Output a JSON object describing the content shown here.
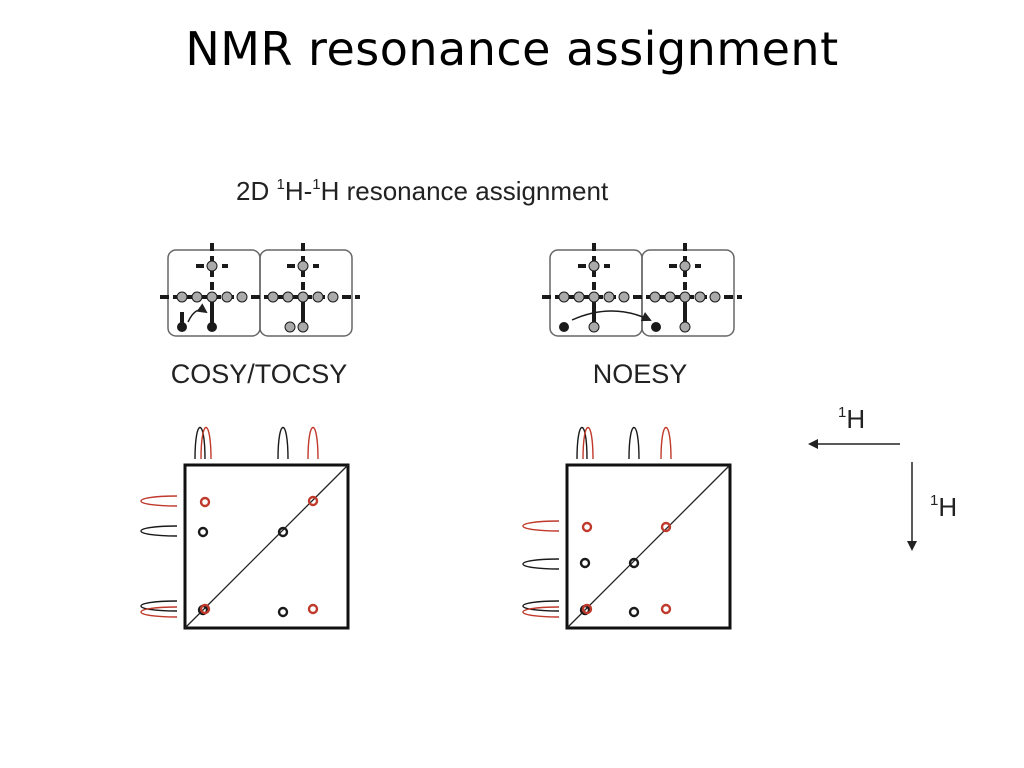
{
  "title": "NMR resonance assignment",
  "figure": {
    "heading": {
      "main": "2D ",
      "sup1": "1",
      "mid": "H-",
      "sup2": "1",
      "end": "H resonance assignment"
    },
    "panels": [
      {
        "label": "COSY/TOCSY"
      },
      {
        "label": "NOESY"
      }
    ],
    "axes": {
      "horizontal": {
        "sup": "1",
        "letter": "H"
      },
      "vertical": {
        "sup": "1",
        "letter": "H"
      }
    }
  },
  "colors": {
    "black": "#1a1a1a",
    "red": "#c0392b",
    "gray": "#aaaaaa",
    "box": "#666666"
  }
}
